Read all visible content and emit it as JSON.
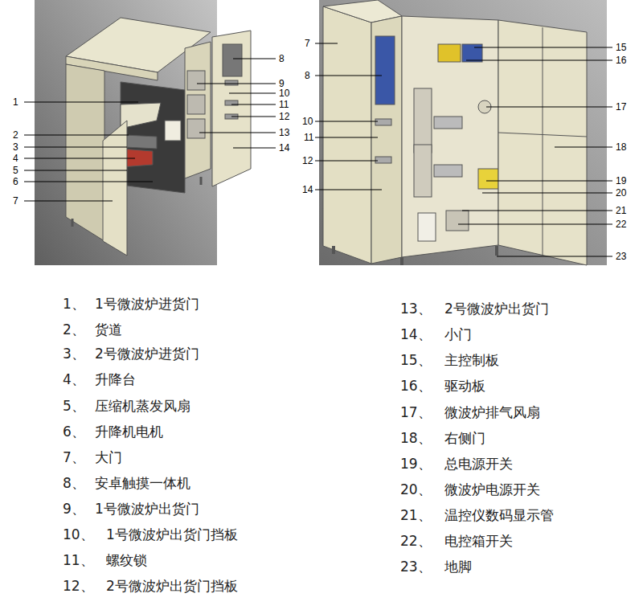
{
  "diagram": {
    "labels": [
      "1",
      "2",
      "3",
      "4",
      "5",
      "6",
      "7",
      "8",
      "9",
      "10",
      "11",
      "12",
      "13",
      "14",
      "7",
      "8",
      "10",
      "11",
      "12",
      "14",
      "15",
      "16",
      "17",
      "18",
      "19",
      "20",
      "21",
      "22",
      "23",
      "1、",
      "1号微波炉进货门",
      "2、",
      "货道",
      "3、",
      "2号微波炉进货门",
      "4、",
      "升降台",
      "5、",
      "压缩机蒸发风扇",
      "6、",
      "升降机电机",
      "7、",
      "大门",
      "8、",
      "安卓触摸一体机",
      "9、",
      "1号微波炉出货门",
      "10、",
      "1号微波炉出货门挡板",
      "11、",
      "螺纹锁",
      "12、",
      "2号微波炉出货门挡板",
      "13、",
      "2号微波炉出货门",
      "14、",
      "小门",
      "15、",
      "主控制板",
      "16、",
      "驱动板",
      "17、",
      "微波炉排气风扇",
      "18、",
      "右侧门",
      "19、",
      "总电源开关",
      "20、",
      "微波炉电源开关",
      "21、",
      "温控仪数码显示管",
      "22、",
      "电控箱开关",
      "23、",
      "地脚"
    ]
  }
}
